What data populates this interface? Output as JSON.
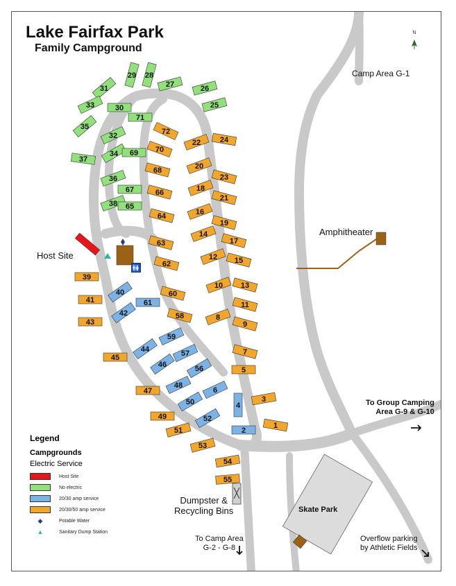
{
  "title": "Lake Fairfax Park",
  "subtitle": "Family Campground",
  "north_label": "N",
  "labels": {
    "camp_area_g1": "Camp Area G-1",
    "amphitheater": "Amphitheater",
    "host_site": "Host Site",
    "group_camping": "To Group Camping\nArea G-9 & G-10",
    "dumpster": "Dumpster &\nRecycling Bins",
    "skate_park": "Skate Park",
    "camp_area_south": "To Camp Area\nG-2 - G-8",
    "overflow": "Overflow parking\nby Athletic Fields"
  },
  "legend": {
    "title": "Legend",
    "campgrounds": "Campgrounds",
    "electric_service": "Electric Service",
    "items": [
      {
        "label": "Host Site",
        "color": "#e8141b",
        "kind": "swatch"
      },
      {
        "label": "No electric",
        "color": "#92e07c",
        "kind": "swatch"
      },
      {
        "label": "20/30 amp service",
        "color": "#7bb3e6",
        "kind": "swatch"
      },
      {
        "label": "20/30/50 amp service",
        "color": "#f2a72c",
        "kind": "swatch"
      },
      {
        "label": "Potable Water",
        "color": "#1d3f8a",
        "kind": "water-icon"
      },
      {
        "label": "Sanitary Dump Station",
        "color": "#2bb7a3",
        "kind": "dump-icon"
      }
    ]
  },
  "colors": {
    "road": "#c9c9c9",
    "no_electric": "#92e07c",
    "amp_20_30": "#7bb3e6",
    "amp_20_30_50": "#f2a72c",
    "host": "#e8141b",
    "building": "#9b6114",
    "trail": "#9b6114"
  },
  "sites": [
    {
      "n": "29",
      "t": "g"
    },
    {
      "n": "28",
      "t": "g"
    },
    {
      "n": "31",
      "t": "g"
    },
    {
      "n": "27",
      "t": "g"
    },
    {
      "n": "26",
      "t": "g"
    },
    {
      "n": "33",
      "t": "g"
    },
    {
      "n": "30",
      "t": "g"
    },
    {
      "n": "25",
      "t": "g"
    },
    {
      "n": "71",
      "t": "g"
    },
    {
      "n": "35",
      "t": "g"
    },
    {
      "n": "32",
      "t": "g"
    },
    {
      "n": "72",
      "t": "o"
    },
    {
      "n": "24",
      "t": "o"
    },
    {
      "n": "22",
      "t": "o"
    },
    {
      "n": "34",
      "t": "g"
    },
    {
      "n": "69",
      "t": "g"
    },
    {
      "n": "70",
      "t": "o"
    },
    {
      "n": "37",
      "t": "g"
    },
    {
      "n": "20",
      "t": "o"
    },
    {
      "n": "23",
      "t": "o"
    },
    {
      "n": "68",
      "t": "o"
    },
    {
      "n": "36",
      "t": "g"
    },
    {
      "n": "67",
      "t": "g"
    },
    {
      "n": "18",
      "t": "o"
    },
    {
      "n": "21",
      "t": "o"
    },
    {
      "n": "66",
      "t": "o"
    },
    {
      "n": "38",
      "t": "g"
    },
    {
      "n": "65",
      "t": "g"
    },
    {
      "n": "16",
      "t": "o"
    },
    {
      "n": "19",
      "t": "o"
    },
    {
      "n": "64",
      "t": "o"
    },
    {
      "n": "14",
      "t": "o"
    },
    {
      "n": "17",
      "t": "o"
    },
    {
      "n": "63",
      "t": "o"
    },
    {
      "n": "12",
      "t": "o"
    },
    {
      "n": "15",
      "t": "o"
    },
    {
      "n": "62",
      "t": "o"
    },
    {
      "n": "39",
      "t": "o"
    },
    {
      "n": "10",
      "t": "o"
    },
    {
      "n": "13",
      "t": "o"
    },
    {
      "n": "40",
      "t": "b"
    },
    {
      "n": "60",
      "t": "o"
    },
    {
      "n": "41",
      "t": "o"
    },
    {
      "n": "61",
      "t": "b"
    },
    {
      "n": "11",
      "t": "o"
    },
    {
      "n": "42",
      "t": "b"
    },
    {
      "n": "8",
      "t": "o"
    },
    {
      "n": "58",
      "t": "o"
    },
    {
      "n": "43",
      "t": "o"
    },
    {
      "n": "9",
      "t": "o"
    },
    {
      "n": "59",
      "t": "b"
    },
    {
      "n": "44",
      "t": "b"
    },
    {
      "n": "57",
      "t": "b"
    },
    {
      "n": "7",
      "t": "o"
    },
    {
      "n": "45",
      "t": "o"
    },
    {
      "n": "46",
      "t": "b"
    },
    {
      "n": "56",
      "t": "b"
    },
    {
      "n": "5",
      "t": "o"
    },
    {
      "n": "48",
      "t": "b"
    },
    {
      "n": "47",
      "t": "o"
    },
    {
      "n": "6",
      "t": "b"
    },
    {
      "n": "50",
      "t": "b"
    },
    {
      "n": "3",
      "t": "o"
    },
    {
      "n": "4",
      "t": "b"
    },
    {
      "n": "49",
      "t": "o"
    },
    {
      "n": "52",
      "t": "b"
    },
    {
      "n": "51",
      "t": "o"
    },
    {
      "n": "1",
      "t": "o"
    },
    {
      "n": "2",
      "t": "b"
    },
    {
      "n": "53",
      "t": "o"
    },
    {
      "n": "54",
      "t": "o"
    },
    {
      "n": "55",
      "t": "o"
    }
  ]
}
